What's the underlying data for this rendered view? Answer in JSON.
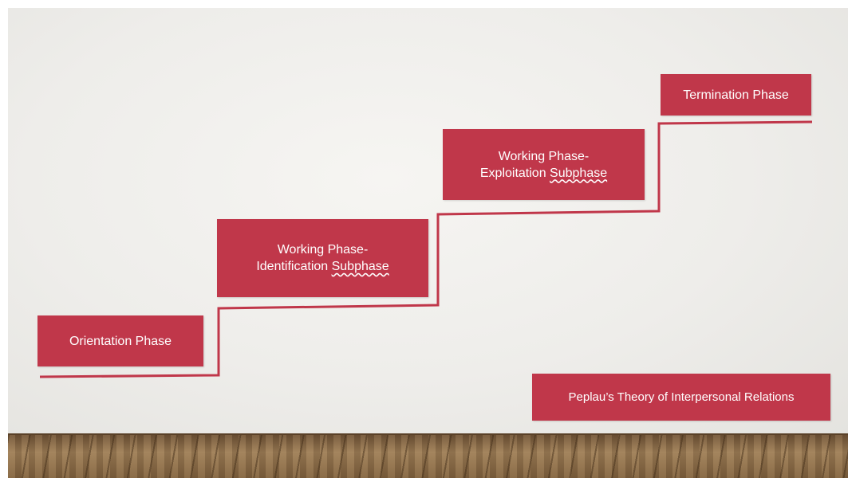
{
  "phases": {
    "orientation": {
      "label": "Orientation Phase"
    },
    "identification": {
      "line1": "Working Phase-",
      "line2a": "Identification ",
      "line2b": "Subphase"
    },
    "exploitation": {
      "line1": "Working Phase-",
      "line2a": "Exploitation ",
      "line2b": "Subphase"
    },
    "termination": {
      "label": "Termination Phase"
    }
  },
  "caption": "Peplau’s Theory of Interpersonal Relations",
  "colors": {
    "accent": "#c0374a",
    "wall": "#efeeeb",
    "floor": "#8a6a45"
  }
}
